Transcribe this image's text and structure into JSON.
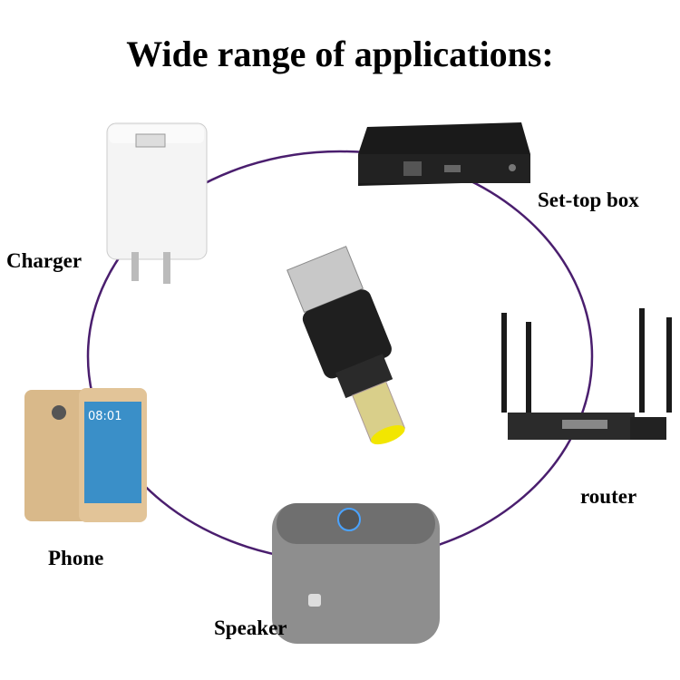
{
  "title": "Wide range of applications:",
  "ring_color": "#4a1e6e",
  "labels": {
    "charger": "Charger",
    "settop": "Set-top box",
    "router": "router",
    "phone": "Phone",
    "speaker": "Speaker"
  },
  "phone_screen": {
    "time": "08:01"
  }
}
